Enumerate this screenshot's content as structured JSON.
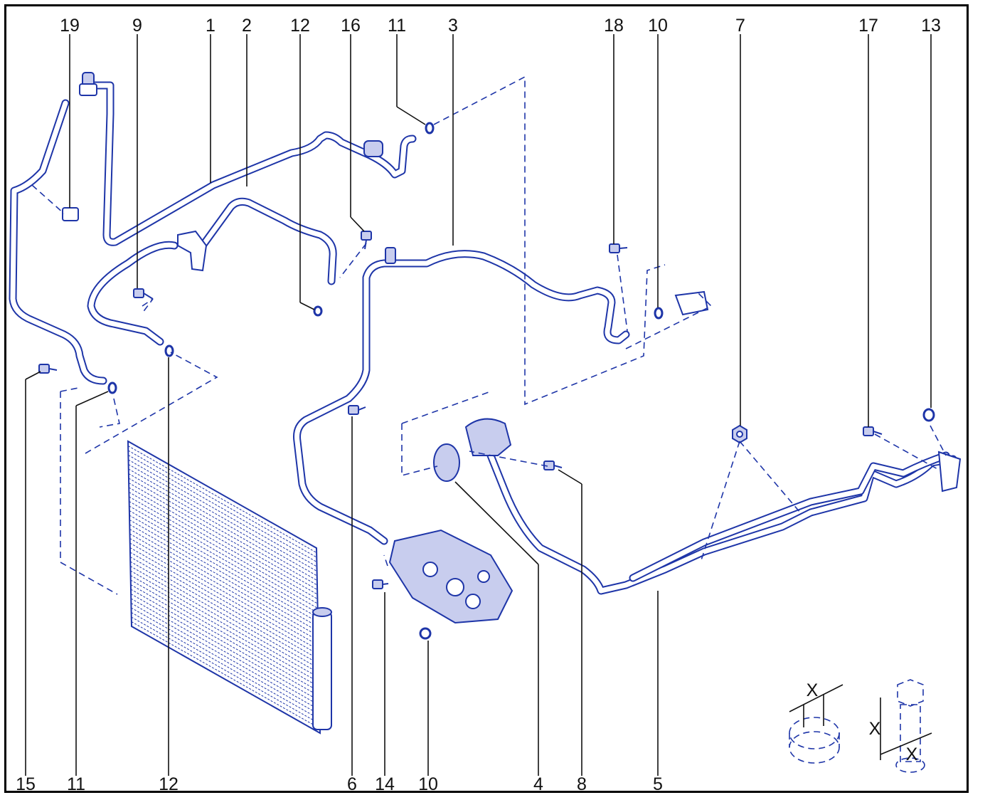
{
  "callouts_top": [
    "19",
    "9",
    "1",
    "2",
    "12",
    "16",
    "11",
    "3",
    "18",
    "10",
    "7",
    "17",
    "13"
  ],
  "callouts_bottom": [
    "15",
    "11",
    "12",
    "6",
    "14",
    "10",
    "4",
    "8",
    "5"
  ],
  "colors": {
    "line_art": "#1e35a8",
    "labels": "#111111",
    "frame": "#000000"
  }
}
